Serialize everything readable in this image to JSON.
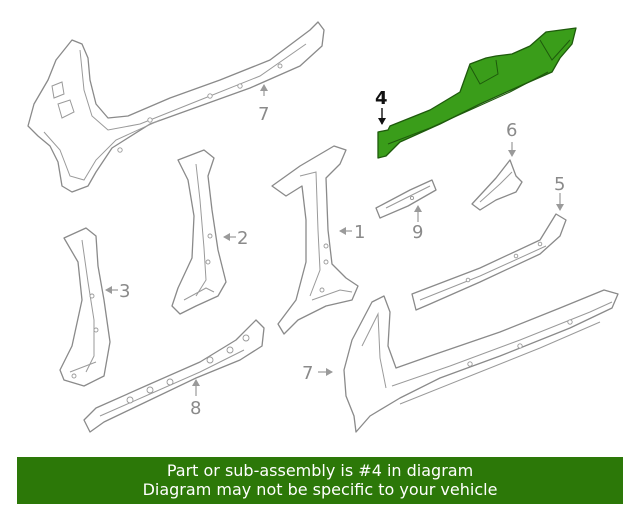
{
  "callouts": {
    "c1": "1",
    "c2": "2",
    "c3": "3",
    "c4": "4",
    "c5": "5",
    "c6": "6",
    "c7a": "7",
    "c7b": "7",
    "c8": "8",
    "c9": "9"
  },
  "highlighted_part": "4",
  "colors": {
    "highlight": "#3a9d1a",
    "banner": "#2c7808",
    "line": "#8a8a8a"
  },
  "banner": {
    "line1": "Part or sub-assembly is #4 in diagram",
    "line2": "Diagram may not be specific to your vehicle"
  }
}
